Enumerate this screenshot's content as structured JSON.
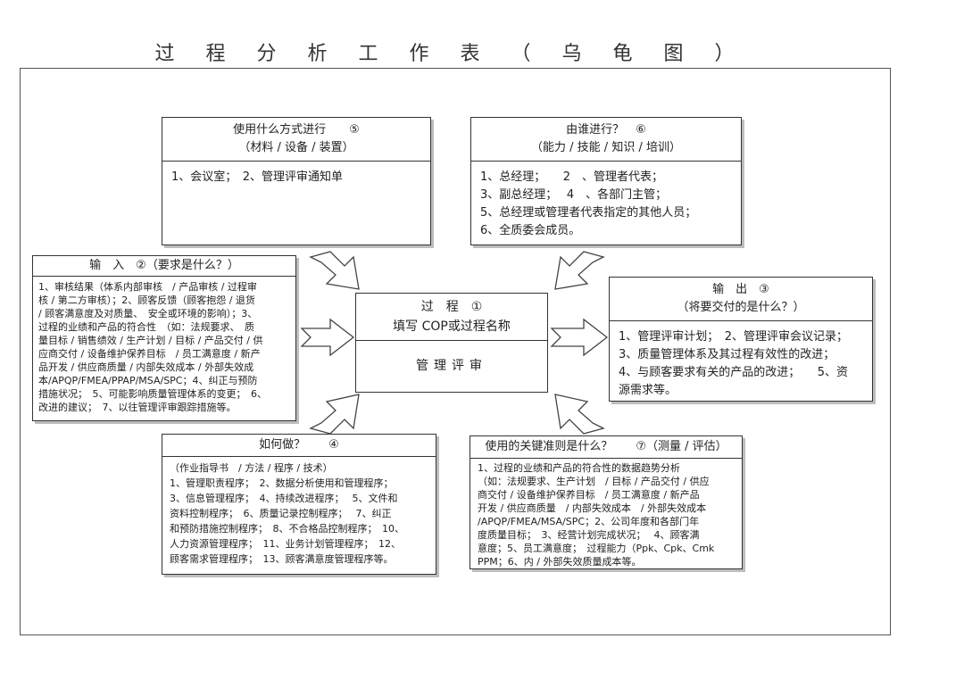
{
  "title": "过 程 分 析 工 作 表 （ 乌 龟 图 ）",
  "method": {
    "head": [
      "使用什么方式进行　　⑤",
      "（材料 / 设备 / 装置）"
    ],
    "lines": [
      "1、会议室；　2、管理评审通知单"
    ]
  },
  "who": {
    "head": [
      "由谁进行？　⑥",
      "（能力 / 技能 / 知识 / 培训）"
    ],
    "lines": [
      "1、总经理；　　2　、管理者代表；",
      "3、副总经理；　 4　、各部门主管；",
      "5、总经理或管理者代表指定的其他人员；",
      "6、全质委会成员。"
    ]
  },
  "input": {
    "head": [
      "输　入　②（要求是什么？）"
    ],
    "lines": [
      "1、审核结果（体系内部审核　/ 产品审核 / 过程审",
      "核 / 第二方审核）；2、顾客反馈（顾客抱怨 / 退货",
      "/ 顾客满意度及对质量、　安全或环境的影响）；3、",
      "过程的业绩和产品的符合性　（如：法规要求、　质",
      "量目标 / 销售绩效 / 生产计划 / 目标 / 产品交付 / 供",
      "应商交付 / 设备维护保养目标　/ 员工满意度 / 新产",
      "品开发 / 供应商质量 / 内部失效成本 / 外部失效成",
      "本/APQP/FMEA/PPAP/MSA/SPC；4、纠正与预防",
      "措施状况；　5、可能影响质量管理体系的变更；　6、",
      "改进的建议；　7、以往管理评审跟踪措施等。"
    ]
  },
  "process": {
    "head": [
      "过　程　①",
      "填写 COP或过程名称"
    ],
    "name": "管理评审"
  },
  "output": {
    "head": [
      "输　出　③",
      "（将要交付的是什么？）"
    ],
    "lines": [
      "1、管理评审计划；　2、管理评审会议记录；",
      "3、质量管理体系及其过程有效性的改进；",
      "4、与顾客要求有关的产品的改进；　　5、资",
      "源需求等。"
    ]
  },
  "how": {
    "head": [
      "如何做？　　④"
    ],
    "lines": [
      "（作业指导书　/ 方法 / 程序 / 技术）",
      "1、管理职责程序；　2、数据分析使用和管理程序；",
      "3、信息管理程序；　4、持续改进程序；　 5、文件和",
      "资料控制程序；　6、质量记录控制程序；　 7、纠正",
      "和预防措施控制程序；　8、不合格品控制程序；　10、",
      "人力资源管理程序；　11、业务计划管理程序；　12、",
      "顾客需求管理程序；　13、顾客满意度管理程序等。"
    ]
  },
  "criteria": {
    "head": [
      "使用的关键准则是什么？　　⑦（测量 / 评估）"
    ],
    "lines": [
      "1、过程的业绩和产品的符合性的数据趋势分析",
      "（如：法规要求、生产计划　/ 目标 / 产品交付 / 供应",
      "商交付 / 设备维护保养目标　/ 员工满意度 / 新产品",
      "开发 / 供应商质量　/ 内部失效成本　/ 外部失效成本",
      "/APQP/FMEA/MSA/SPC；2、公司年度和各部门年",
      "度质量目标；　3、经营计划完成状况；　 4、顾客满",
      "意度；5、员工满意度；　过程能力（Ppk、Cpk、Cmk",
      "PPM；6、内 / 外部失效质量成本等。"
    ]
  }
}
